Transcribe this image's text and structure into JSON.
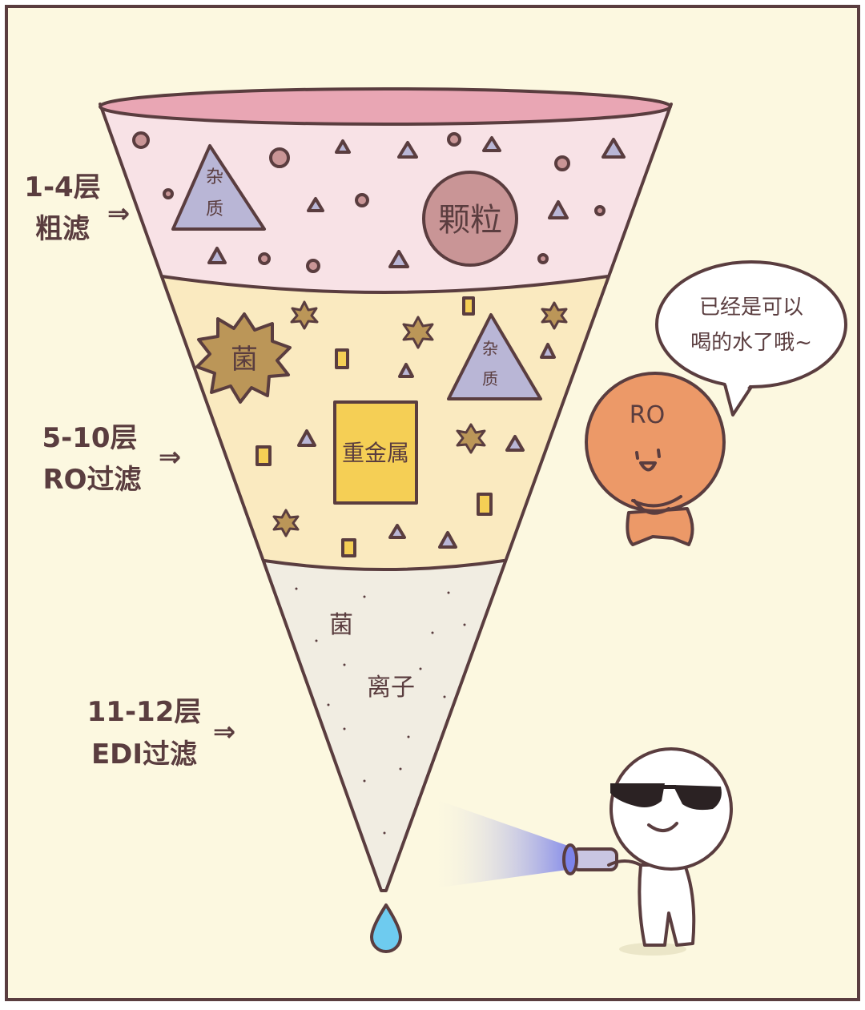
{
  "layers": [
    {
      "range": "1-4层",
      "name": "粗滤",
      "arrow": "⇒"
    },
    {
      "range": "5-10层",
      "name": "RO过滤",
      "arrow": "⇒"
    },
    {
      "range": "11-12层",
      "name": "EDI过滤",
      "arrow": "⇒"
    }
  ],
  "contaminants": {
    "impurity_top": "杂",
    "impurity_bottom": "质",
    "particles": "颗粒",
    "bacteria": "菌",
    "heavy_metal": "重金属",
    "ions": "离子"
  },
  "speech_bubble": {
    "line1": "已经是可以",
    "line2": "喝的水了哦~"
  },
  "character_ro": {
    "label": "RO"
  },
  "colors": {
    "background": "#fcf8e0",
    "outline": "#5a3d3f",
    "layer_coarse": "#f8e2e6",
    "layer_ro": "#faeac0",
    "layer_edi": "#f1ede2",
    "rim": "#e9a6b4",
    "impurity": "#b9b6d6",
    "particle": "#c99596",
    "bacteria": "#bb9658",
    "heavy_metal": "#f5cf55",
    "ro_character": "#ec9968",
    "water_drop": "#6ecbef",
    "flashlight_beam": "#7c83ea"
  }
}
